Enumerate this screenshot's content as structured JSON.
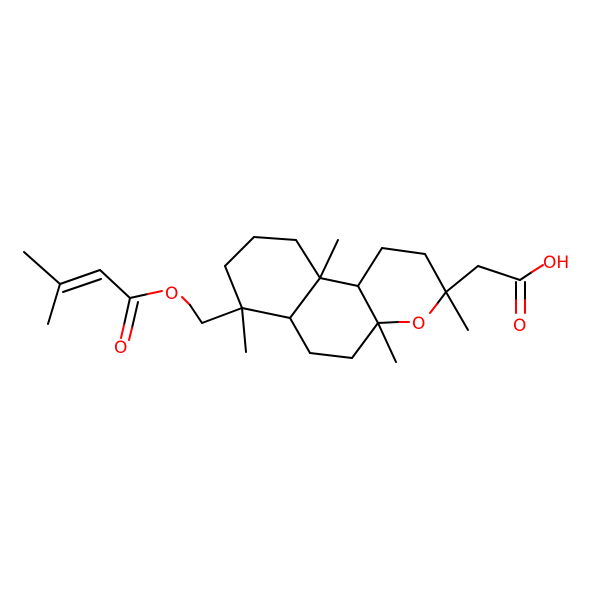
{
  "atom_labels": {
    "ester_ether_o": "O",
    "ester_carbonyl_o": "O",
    "ring_o": "O",
    "acid_oh": "OH",
    "acid_carbonyl_o": "O"
  },
  "colors": {
    "bond": "#000000",
    "heteroatom": "#ff0000",
    "background": "#ffffff"
  }
}
